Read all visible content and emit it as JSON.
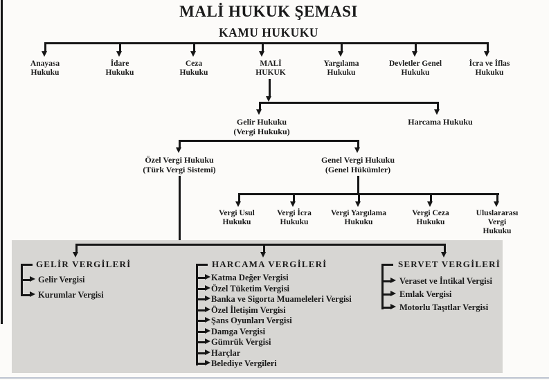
{
  "page": {
    "title": "MALİ HUKUK ŞEMASI"
  },
  "tree": {
    "root": {
      "label": "KAMU HUKUKU"
    },
    "level1": [
      {
        "label": "Anayasa\nHukuku"
      },
      {
        "label": "İdare\nHukuku"
      },
      {
        "label": "Ceza\nHukuku"
      },
      {
        "label": "MALİ\nHUKUK"
      },
      {
        "label": "Yargılama\nHukuku"
      },
      {
        "label": "Devletler Genel\nHukuku"
      },
      {
        "label": "İcra ve İflas\nHukuku"
      }
    ],
    "mali_children": [
      {
        "label": "Gelir Hukuku\n(Vergi Hukuku)"
      },
      {
        "label": "Harcama Hukuku"
      }
    ],
    "gelir_children": [
      {
        "label": "Özel Vergi Hukuku\n(Türk Vergi Sistemi)"
      },
      {
        "label": "Genel Vergi Hukuku\n(Genel Hükümler)"
      }
    ],
    "genel_children": [
      {
        "label": "Vergi Usul\nHukuku"
      },
      {
        "label": "Vergi İcra\nHukuku"
      },
      {
        "label": "Vergi Yargılama\nHukuku"
      },
      {
        "label": "Vergi Ceza\nHukuku"
      },
      {
        "label": "Uluslararası Vergi\nHukuku"
      }
    ]
  },
  "tax_panel": {
    "groups": [
      {
        "header": "GELİR VERGİLERİ",
        "items": [
          "Gelir Vergisi",
          "Kurumlar Vergisi"
        ]
      },
      {
        "header": "HARCAMA VERGİLERİ",
        "items": [
          "Katma Değer Vergisi",
          "Özel Tüketim Vergisi",
          "Banka ve Sigorta Muameleleri Vergisi",
          "Özel İletişim Vergisi",
          "Şans Oyunları Vergisi",
          "Damga Vergisi",
          "Gümrük Vergisi",
          "Harçlar",
          "Belediye Vergileri"
        ]
      },
      {
        "header": "SERVET VERGİLERİ",
        "items": [
          "Veraset ve İntikal Vergisi",
          "Emlak Vergisi",
          "Motorlu Taşıtlar Vergisi"
        ]
      }
    ]
  },
  "colors": {
    "ink": "#161616",
    "panel_gray": "#d7d6d3",
    "page_background": "#fcfbf9",
    "scan_edge_blue": "#bcc3d0"
  }
}
